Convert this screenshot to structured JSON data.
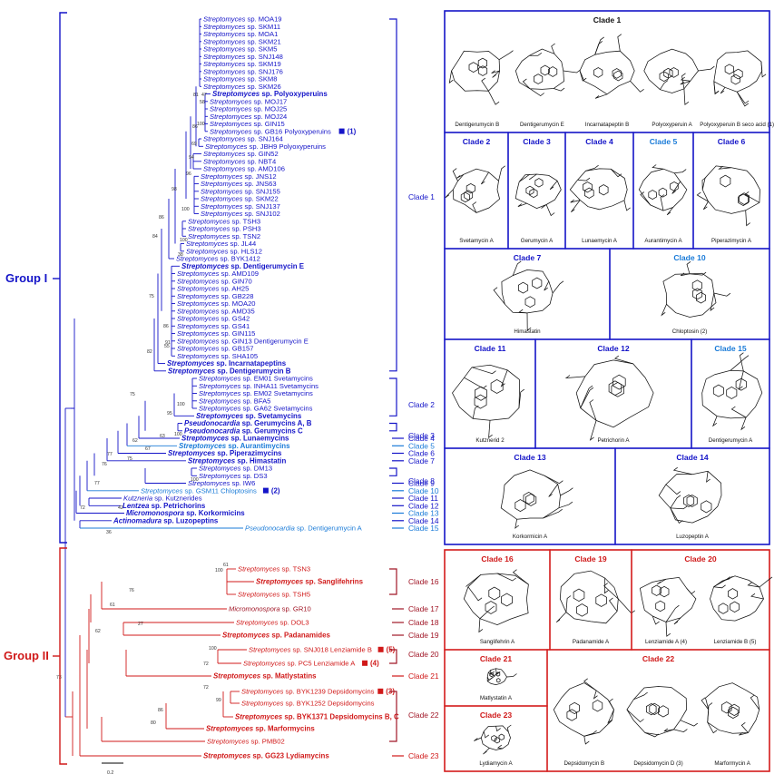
{
  "colors": {
    "group1": "#1414c8",
    "group1_light": "#1a7bd8",
    "group2": "#d01919",
    "group2_dark": "#a01626",
    "panel_border_blue": "#1a1ac8",
    "panel_border_red": "#d42020"
  },
  "groups": [
    {
      "label": "Group I"
    },
    {
      "label": "Group II"
    }
  ],
  "tree": {
    "scale_label": "0.2",
    "leaves": [
      {
        "genus": "Streptomyces",
        "rest": " sp. MOA19",
        "bold": false
      },
      {
        "genus": "Streptomyces",
        "rest": " sp. SKM11",
        "bold": false
      },
      {
        "genus": "Streptomyces",
        "rest": " sp. MOA1",
        "bold": false
      },
      {
        "genus": "Streptomyces",
        "rest": " sp. SKM21",
        "bold": false
      },
      {
        "genus": "Streptomyces",
        "rest": " sp. SKM5",
        "bold": false
      },
      {
        "genus": "Streptomyces",
        "rest": " sp. SNJ148",
        "bold": false
      },
      {
        "genus": "Streptomyces",
        "rest": " sp. SKM19",
        "bold": false
      },
      {
        "genus": "Streptomyces",
        "rest": " sp. SNJ176",
        "bold": false
      },
      {
        "genus": "Streptomyces",
        "rest": " sp. SKM8",
        "bold": false
      },
      {
        "genus": "Streptomyces",
        "rest": " sp. SKM26",
        "bold": false
      },
      {
        "genus": "Streptomyces",
        "rest": " sp. Polyoxyperuins",
        "bold": true
      },
      {
        "genus": "Streptomyces",
        "rest": " sp. MOJ17",
        "bold": false
      },
      {
        "genus": "Streptomyces",
        "rest": " sp. MOJ25",
        "bold": false
      },
      {
        "genus": "Streptomyces",
        "rest": " sp. MOJ24",
        "bold": false
      },
      {
        "genus": "Streptomyces",
        "rest": " sp. GIN15",
        "bold": false
      },
      {
        "genus": "Streptomyces",
        "rest": " sp. GB16 Polyoxyperuins",
        "bold": false,
        "marker": "(1)"
      },
      {
        "genus": "Streptomyces",
        "rest": " sp. SNJ164",
        "bold": false
      },
      {
        "genus": "Streptomyces",
        "rest": " sp. JBH9 Polyoxyperuins",
        "bold": false
      },
      {
        "genus": "Streptomyces",
        "rest": " sp. GIN52",
        "bold": false
      },
      {
        "genus": "Streptomyces",
        "rest": " sp. NBT4",
        "bold": false
      },
      {
        "genus": "Streptomyces",
        "rest": " sp. AMD106",
        "bold": false
      },
      {
        "genus": "Streptomyces",
        "rest": " sp. JNS12",
        "bold": false
      },
      {
        "genus": "Streptomyces",
        "rest": " sp. JNS63",
        "bold": false
      },
      {
        "genus": "Streptomyces",
        "rest": " sp. SNJ155",
        "bold": false
      },
      {
        "genus": "Streptomyces",
        "rest": " sp. SKM22",
        "bold": false
      },
      {
        "genus": "Streptomyces",
        "rest": " sp. SNJ137",
        "bold": false
      },
      {
        "genus": "Streptomyces",
        "rest": " sp. SNJ102",
        "bold": false
      },
      {
        "genus": "Streptomyces",
        "rest": " sp. TSH3",
        "bold": false
      },
      {
        "genus": "Streptomyces",
        "rest": " sp. PSH3",
        "bold": false
      },
      {
        "genus": "Streptomyces",
        "rest": " sp. TSN2",
        "bold": false
      },
      {
        "genus": "Streptomyces",
        "rest": " sp. JL44",
        "bold": false
      },
      {
        "genus": "Streptomyces",
        "rest": " sp. HLS12",
        "bold": false
      },
      {
        "genus": "Streptomyces",
        "rest": " sp. BYK1412",
        "bold": false
      },
      {
        "genus": "Streptomyces",
        "rest": " sp. Dentigerumycin E",
        "bold": true
      },
      {
        "genus": "Streptomyces",
        "rest": " sp. AMD109",
        "bold": false
      },
      {
        "genus": "Streptomyces",
        "rest": " sp. GIN70",
        "bold": false
      },
      {
        "genus": "Streptomyces",
        "rest": " sp. AH25",
        "bold": false
      },
      {
        "genus": "Streptomyces",
        "rest": " sp. GB228",
        "bold": false
      },
      {
        "genus": "Streptomyces",
        "rest": " sp. MOA20",
        "bold": false
      },
      {
        "genus": "Streptomyces",
        "rest": " sp. AMD35",
        "bold": false
      },
      {
        "genus": "Streptomyces",
        "rest": " sp. GS42",
        "bold": false
      },
      {
        "genus": "Streptomyces",
        "rest": " sp. GS41",
        "bold": false
      },
      {
        "genus": "Streptomyces",
        "rest": " sp. GIN115",
        "bold": false
      },
      {
        "genus": "Streptomyces",
        "rest": " sp. GIN13 Dentigerumycin E",
        "bold": false
      },
      {
        "genus": "Streptomyces",
        "rest": " sp. GB157",
        "bold": false
      },
      {
        "genus": "Streptomyces",
        "rest": " sp. SHA105",
        "bold": false
      },
      {
        "genus": "Streptomyces",
        "rest": " sp. Incarnatapeptins",
        "bold": true
      },
      {
        "genus": "Streptomyces",
        "rest": " sp. Dentigerumycin B",
        "bold": true
      },
      {
        "genus": "Streptomyces",
        "rest": " sp. EM01 Svetamycins",
        "bold": false
      },
      {
        "genus": "Streptomyces",
        "rest": " sp. INHA11 Svetamycins",
        "bold": false
      },
      {
        "genus": "Streptomyces",
        "rest": " sp. EM02 Svetamycins",
        "bold": false
      },
      {
        "genus": "Streptomyces",
        "rest": " sp. BFA5",
        "bold": false
      },
      {
        "genus": "Streptomyces",
        "rest": " sp. GA62 Svetamycins",
        "bold": false
      },
      {
        "genus": "Streptomyces",
        "rest": " sp. Svetamycins",
        "bold": true
      },
      {
        "genus": "Pseudonocardia",
        "rest": " sp. Gerumycins A, B",
        "bold": true
      },
      {
        "genus": "Pseudonocardia",
        "rest": " sp. Gerumycins C",
        "bold": true
      },
      {
        "genus": "Streptomyces",
        "rest": " sp. Lunaemycins",
        "bold": true
      },
      {
        "genus": "Streptomyces",
        "rest": " sp. Aurantimycins",
        "bold": true
      },
      {
        "genus": "Streptomyces",
        "rest": " sp. Piperazimycins",
        "bold": true
      },
      {
        "genus": "Streptomyces",
        "rest": " sp. Himastatin",
        "bold": true
      },
      {
        "genus": "Streptomyces",
        "rest": " sp. DM13",
        "bold": false
      },
      {
        "genus": "Streptomyces",
        "rest": " sp. DS3",
        "bold": false
      },
      {
        "genus": "Streptomyces",
        "rest": " sp. IW6",
        "bold": false
      },
      {
        "genus": "Streptomyces",
        "rest": " sp. GSM11 Chloptosins",
        "bold": false,
        "marker": "(2)"
      },
      {
        "genus": "Kutzneria",
        "rest": " sp. Kutznerides",
        "bold": false
      },
      {
        "genus": "Lentzea",
        "rest": " sp. Petrichorins",
        "bold": true
      },
      {
        "genus": "Micromonospora",
        "rest": " sp. Korkormicins",
        "bold": true
      },
      {
        "genus": "Actinomadura",
        "rest": " sp. Luzopeptins",
        "bold": true
      },
      {
        "genus": "Pseudonocardia",
        "rest": " sp. Dentigerumycin A",
        "bold": false
      },
      {
        "genus": "Streptomyces",
        "rest": " sp. TSN3",
        "bold": false
      },
      {
        "genus": "Streptomyces",
        "rest": " sp. Sanglifehrins",
        "bold": true
      },
      {
        "genus": "Streptomyces",
        "rest": " sp. TSH5",
        "bold": false
      },
      {
        "genus": "Micromonospora",
        "rest": " sp. GR10",
        "bold": false
      },
      {
        "genus": "Streptomyces",
        "rest": " sp. DOL3",
        "bold": false
      },
      {
        "genus": "Streptomyces",
        "rest": " sp. Padanamides",
        "bold": true
      },
      {
        "genus": "Streptomyces",
        "rest": " sp. SNJ018 Lenziamide B",
        "bold": false,
        "marker": "(5)"
      },
      {
        "genus": "Streptomyces",
        "rest": " sp. PC5 Lenziamide A",
        "bold": false,
        "marker": "(4)"
      },
      {
        "genus": "Streptomyces",
        "rest": " sp. Matlystatins",
        "bold": true
      },
      {
        "genus": "Streptomyces",
        "rest": " sp. BYK1239 Depsidomycins",
        "bold": false,
        "marker": "(3)"
      },
      {
        "genus": "Streptomyces",
        "rest": " sp. BYK1252 Depsidomycins",
        "bold": false
      },
      {
        "genus": "Streptomyces",
        "rest": " sp. BYK1371 Depsidomycins B, C",
        "bold": true
      },
      {
        "genus": "Streptomyces",
        "rest": " sp. Marformycins",
        "bold": true
      },
      {
        "genus": "Streptomyces",
        "rest": " sp. PMB02",
        "bold": false
      },
      {
        "genus": "Streptomyces",
        "rest": " sp. GG23 Lydiamycins",
        "bold": true
      }
    ],
    "bootstrap": [
      "81",
      "47",
      "58",
      "86",
      "100",
      "94",
      "69",
      "96",
      "98",
      "100",
      "86",
      "84",
      "100",
      "38",
      "75",
      "86",
      "91",
      "55",
      "82",
      "100",
      "95",
      "100",
      "63",
      "67",
      "75",
      "62",
      "75",
      "77",
      "76",
      "100",
      "77",
      "72",
      "42",
      "36",
      "100",
      "61",
      "76",
      "61",
      "27",
      "62",
      "100",
      "72",
      "72",
      "99",
      "86",
      "80",
      "73"
    ]
  },
  "clades_tree": [
    {
      "label": "Clade 1"
    },
    {
      "label": "Clade 2"
    },
    {
      "label": "Clade 3"
    },
    {
      "label": "Clade 4"
    },
    {
      "label": "Clade 5"
    },
    {
      "label": "Clade 6"
    },
    {
      "label": "Clade 7"
    },
    {
      "label": "Clade 8"
    },
    {
      "label": "Clade 9"
    },
    {
      "label": "Clade 10"
    },
    {
      "label": "Clade 11"
    },
    {
      "label": "Clade 12"
    },
    {
      "label": "Clade 13"
    },
    {
      "label": "Clade 14"
    },
    {
      "label": "Clade 15"
    },
    {
      "label": "Clade 16"
    },
    {
      "label": "Clade 17"
    },
    {
      "label": "Clade 18"
    },
    {
      "label": "Clade 19"
    },
    {
      "label": "Clade 20"
    },
    {
      "label": "Clade 21"
    },
    {
      "label": "Clade 22"
    },
    {
      "label": "Clade 23"
    }
  ],
  "panels": [
    {
      "title": "Clade 1",
      "compounds": [
        "Dentigerumycin B",
        "Dentigerumycin E",
        "Incarnatapeptin B",
        "Polyoxyperuin A",
        "Polyoxyperuin B seco acid (1)"
      ]
    },
    {
      "title": "Clade 2",
      "compounds": [
        "Svetamycin A"
      ]
    },
    {
      "title": "Clade 3",
      "compounds": [
        "Gerumycin A"
      ]
    },
    {
      "title": "Clade 4",
      "compounds": [
        "Lunaemycin A"
      ]
    },
    {
      "title": "Clade 5",
      "compounds": [
        "Aurantimycin A"
      ]
    },
    {
      "title": "Clade 6",
      "compounds": [
        "Piperazimycin A"
      ]
    },
    {
      "title": "Clade 7",
      "compounds": [
        "Himastatin"
      ]
    },
    {
      "title": "Clade 10",
      "compounds": [
        "Chloptosin (2)"
      ]
    },
    {
      "title": "Clade 11",
      "compounds": [
        "Kutznerid 2"
      ]
    },
    {
      "title": "Clade 12",
      "compounds": [
        "Petrichorin A"
      ]
    },
    {
      "title": "Clade 15",
      "compounds": [
        "Dentigerumycin A"
      ]
    },
    {
      "title": "Clade 13",
      "compounds": [
        "Korkormicin A"
      ]
    },
    {
      "title": "Clade 14",
      "compounds": [
        "Luzopeptin A"
      ]
    },
    {
      "title": "Clade 16",
      "compounds": [
        "Sanglifehrin A"
      ]
    },
    {
      "title": "Clade 19",
      "compounds": [
        "Padanamide A"
      ]
    },
    {
      "title": "Clade 20",
      "compounds": [
        "Lenziamide A (4)",
        "Lenziamide B (5)"
      ]
    },
    {
      "title": "Clade 21",
      "compounds": [
        "Matlystatin A"
      ]
    },
    {
      "title": "Clade 22",
      "compounds": [
        "Depsidomycin B",
        "Depsidomycin D (3)",
        "Marformycin A"
      ]
    },
    {
      "title": "Clade 23",
      "compounds": [
        "Lydiamycin A"
      ]
    }
  ]
}
